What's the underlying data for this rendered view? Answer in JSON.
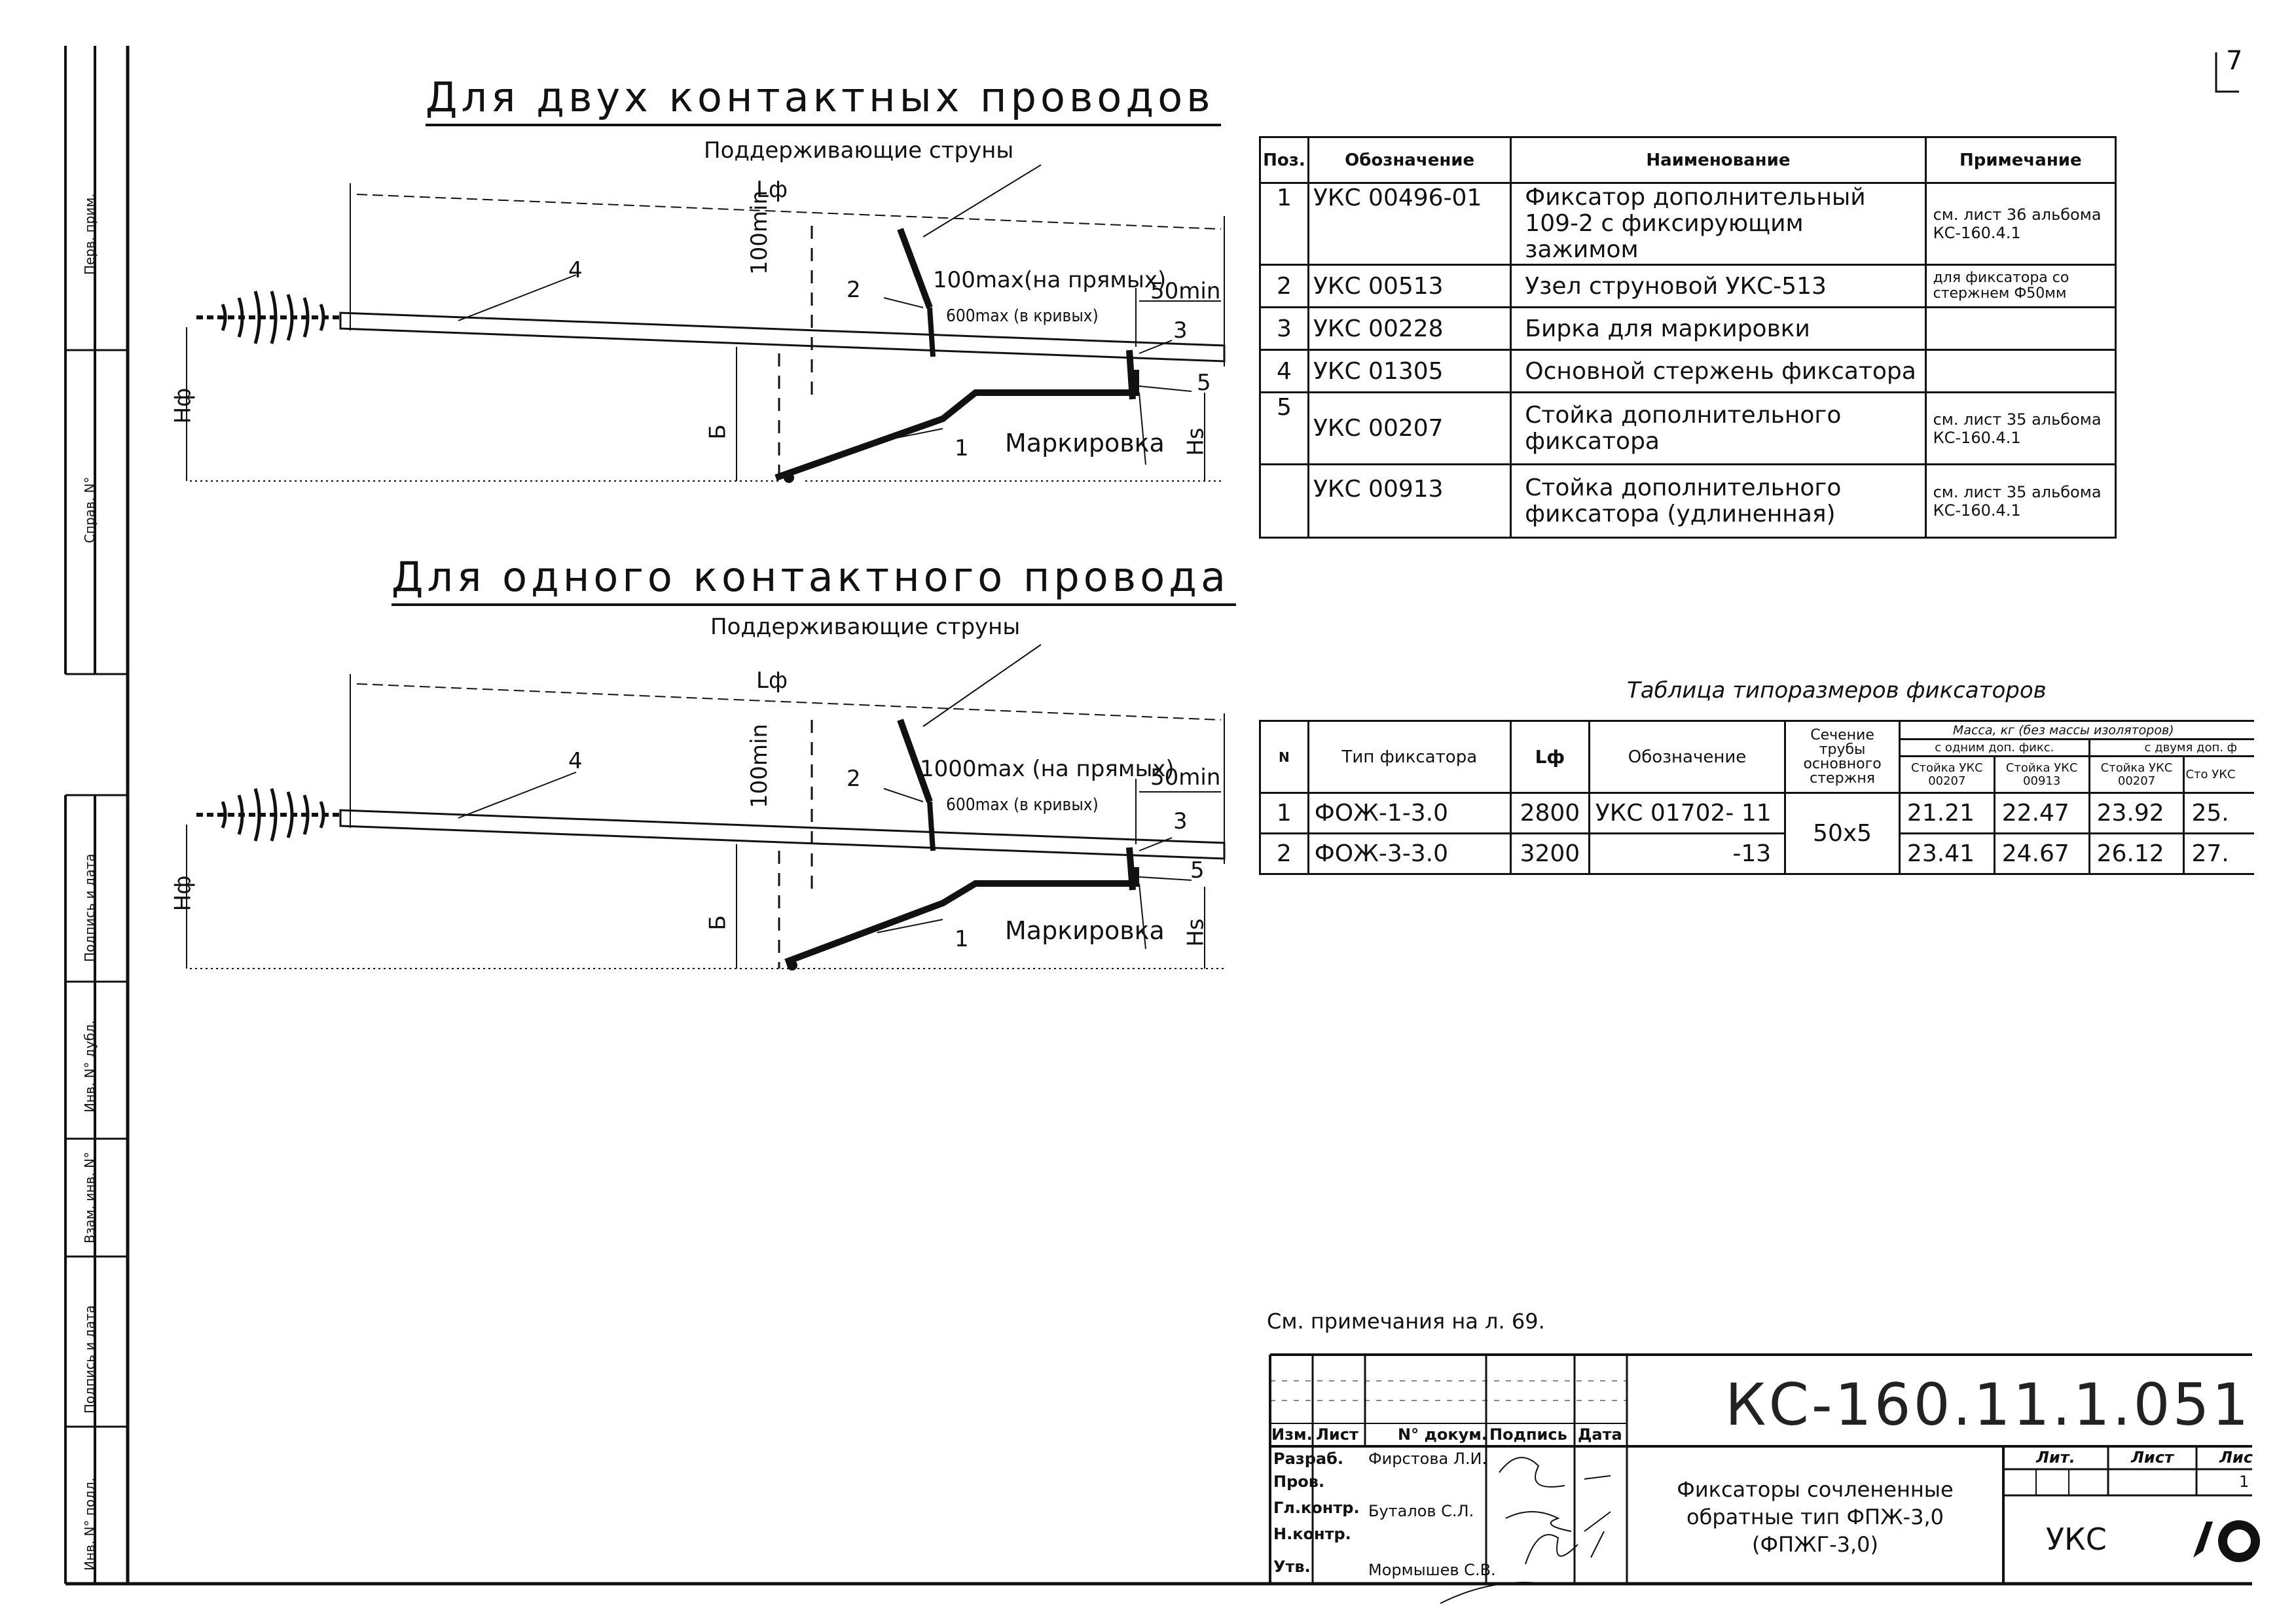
{
  "page_number": "7",
  "left_strip": {
    "labels": [
      "Перв. прим.",
      "Справ. N°",
      "Подпись и дата",
      "Инв. N° дубл.",
      "Взам. инв. N°",
      "Подпись и дата",
      "Инв. N° подл."
    ]
  },
  "section1": {
    "title": "Для двух контактных проводов",
    "strings_label": "Поддерживающие струны",
    "dims": {
      "L": "Lф",
      "H": "Hф",
      "B": "Б",
      "Hs": "Hs",
      "d100": "100min",
      "straight": "100max(на прямых)",
      "curve": "600max (в кривых)",
      "min50": "50min"
    },
    "callouts": [
      "4",
      "2",
      "3",
      "5",
      "1"
    ],
    "marking": "Маркировка"
  },
  "section2": {
    "title": "Для одного контактного провода",
    "strings_label": "Поддерживающие струны",
    "dims": {
      "L": "Lф",
      "H": "Hф",
      "B": "Б",
      "Hs": "Hs",
      "d100": "100min",
      "straight": "1000max (на прямых)",
      "curve": "600max (в кривых)",
      "min50": "50min"
    },
    "callouts": [
      "4",
      "2",
      "3",
      "5",
      "1"
    ],
    "marking": "Маркировка"
  },
  "spec_table": {
    "headers": [
      "Поз.",
      "Обозначение",
      "Наименование",
      "Примечание"
    ],
    "rows": [
      {
        "pos": "1",
        "code": "УКС 00496-01",
        "name": "Фиксатор дополнительный 109-2 с фиксирующим зажимом",
        "note": "см. лист 36 альбома КС-160.4.1"
      },
      {
        "pos": "2",
        "code": "УКС 00513",
        "name": "Узел струновой УКС-513",
        "note": "для фиксатора со стержнем Ф50мм"
      },
      {
        "pos": "3",
        "code": "УКС 00228",
        "name": "Бирка для маркировки",
        "note": ""
      },
      {
        "pos": "4",
        "code": "УКС 01305",
        "name": "Основной стержень фиксатора",
        "note": ""
      },
      {
        "pos": "5",
        "code": "УКС 00207",
        "name": "Стойка дополнительного фиксатора",
        "note": "см. лист 35 альбома КС-160.4.1"
      },
      {
        "pos": "",
        "code": "УКС 00913",
        "name": "Стойка дополнительного фиксатора (удлиненная)",
        "note": "см. лист 35 альбома КС-160.4.1"
      }
    ]
  },
  "size_table": {
    "title": "Таблица типоразмеров фиксаторов",
    "headers": {
      "n": "N",
      "type": "Тип фиксатора",
      "l": "Lф",
      "code": "Обозначение",
      "section": "Сечение трубы основного стержня",
      "mass": "Масса, кг (без массы изоляторов)",
      "one": "с одним доп. фикс.",
      "two": "с двумя доп. ф",
      "c1": "Стойка УКС 00207",
      "c2": "Стойка УКС 00913",
      "c3": "Стойка УКС 00207",
      "c4": "Сто УКС"
    },
    "rows": [
      {
        "n": "1",
        "type": "ФОЖ-1-3.0",
        "l": "2800",
        "code": "УКС 01702- 11",
        "m1": "21.21",
        "m2": "22.47",
        "m3": "23.92",
        "m4": "25."
      },
      {
        "n": "2",
        "type": "ФОЖ-3-3.0",
        "l": "3200",
        "code": "-13",
        "m1": "23.41",
        "m2": "24.67",
        "m3": "26.12",
        "m4": "27."
      }
    ],
    "section_value": "50x5"
  },
  "note": "См. примечания на л. 69.",
  "stamp": {
    "doc_code": "КС-160.11.1.051",
    "header_cols": [
      "Изм.",
      "Лист",
      "N° докум.",
      "Подпись",
      "Дата"
    ],
    "roles": [
      "Разраб.",
      "Пров.",
      "Гл.контр.",
      "Н.контр.",
      "Утв."
    ],
    "names": [
      "Фирстова Л.И.",
      "",
      "Буталов С.Л.",
      "",
      "Мормышев С.В."
    ],
    "title": "Фиксаторы сочлененные обратные тип ФПЖ-3,0 (ФПЖГ-3,0)",
    "lit": "Лит.",
    "sheet": "Лист",
    "sheets": "Лис",
    "sheet_value": "1",
    "org": "УКС"
  }
}
